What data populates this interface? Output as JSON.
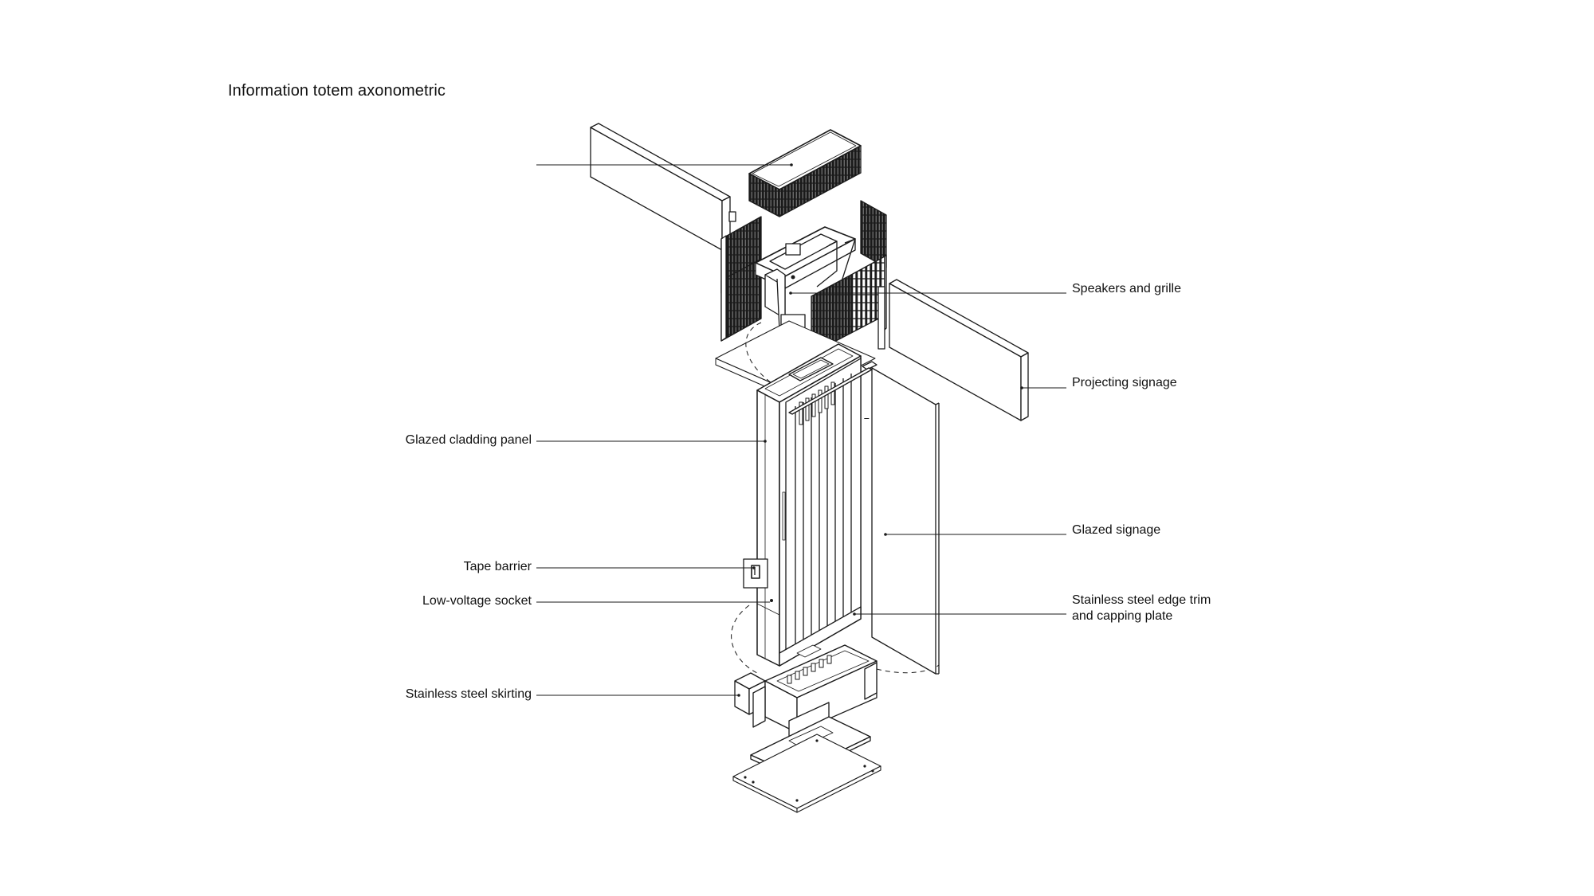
{
  "title": "Information totem axonometric",
  "labels": {
    "speakers_grille": "Speakers and grille",
    "projecting_signage": "Projecting signage",
    "glazed_cladding_panel": "Glazed cladding panel",
    "glazed_signage": "Glazed signage",
    "tape_barrier": "Tape barrier",
    "low_voltage_socket": "Low-voltage socket",
    "edge_trim_line1": "Stainless steel edge trim",
    "edge_trim_line2": "and capping plate",
    "stainless_skirting": "Stainless steel skirting"
  },
  "colors": {
    "line": "#1a1a1a",
    "text": "#111111",
    "background": "#ffffff"
  }
}
